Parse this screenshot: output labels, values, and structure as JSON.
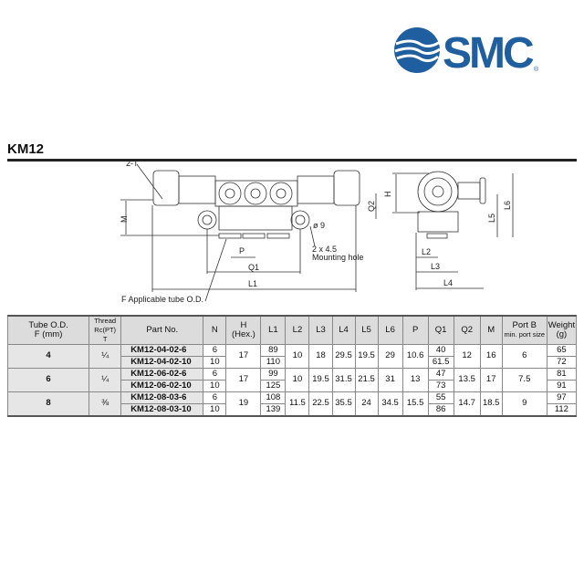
{
  "logo": {
    "text": "SMC",
    "color": "#1f5fa0"
  },
  "title": "KM12",
  "drawing": {
    "two_t": "2-T",
    "m": "M",
    "p": "P",
    "q1": "Q1",
    "l1": "L1",
    "q2": "Q2",
    "phi9": "ø 9",
    "hole_size": "2 x 4.5",
    "mounting_hole": "Mounting hole",
    "tube_od": "F Applicable tube O.D.",
    "h": "H",
    "l2": "L2",
    "l3": "L3",
    "l4": "L4",
    "l5": "L5",
    "l6": "L6"
  },
  "table": {
    "headers": {
      "tube": "Tube O.D.",
      "tube2": "F (mm)",
      "thread": "Thread",
      "thread2": "Rc(PT)",
      "thread3": "T",
      "part": "Part No.",
      "n": "N",
      "h": "H",
      "h2": "(Hex.)",
      "l1": "L1",
      "l2": "L2",
      "l3": "L3",
      "l4": "L4",
      "l5": "L5",
      "l6": "L6",
      "p": "P",
      "q1": "Q1",
      "q2": "Q2",
      "m": "M",
      "portb": "Port B",
      "portb2": "min. port size",
      "weight": "Weight",
      "weight2": "(g)"
    },
    "groups": [
      {
        "tube": "4",
        "thread": "¼",
        "h": "17",
        "l2": "10",
        "l3": "18",
        "l4": "29.5",
        "l5": "19.5",
        "l6": "29",
        "p": "10.6",
        "q2": "12",
        "m": "16",
        "portb": "6",
        "rows": [
          {
            "part": "KM12-04-02-6",
            "n": "6",
            "l1": "89",
            "q1": "40",
            "weight": "65"
          },
          {
            "part": "KM12-04-02-10",
            "n": "10",
            "l1": "110",
            "q1": "61.5",
            "weight": "72"
          }
        ]
      },
      {
        "tube": "6",
        "thread": "¼",
        "h": "17",
        "l2": "10",
        "l3": "19.5",
        "l4": "31.5",
        "l5": "21.5",
        "l6": "31",
        "p": "13",
        "q2": "13.5",
        "m": "17",
        "portb": "7.5",
        "rows": [
          {
            "part": "KM12-06-02-6",
            "n": "6",
            "l1": "99",
            "q1": "47",
            "weight": "81"
          },
          {
            "part": "KM12-06-02-10",
            "n": "10",
            "l1": "125",
            "q1": "73",
            "weight": "91"
          }
        ]
      },
      {
        "tube": "8",
        "thread": "⅜",
        "h": "19",
        "l2": "11.5",
        "l3": "22.5",
        "l4": "35.5",
        "l5": "24",
        "l6": "34.5",
        "p": "15.5",
        "q2": "14.7",
        "m": "18.5",
        "portb": "9",
        "rows": [
          {
            "part": "KM12-08-03-6",
            "n": "6",
            "l1": "108",
            "q1": "55",
            "weight": "97"
          },
          {
            "part": "KM12-08-03-10",
            "n": "10",
            "l1": "139",
            "q1": "86",
            "weight": "112"
          }
        ]
      }
    ]
  }
}
